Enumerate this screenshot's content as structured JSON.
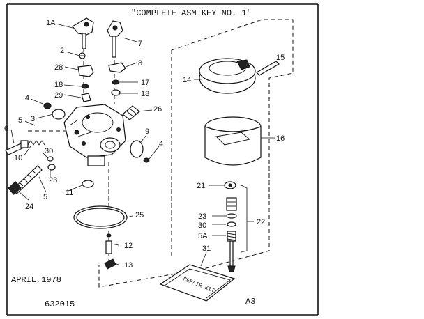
{
  "header": {
    "top_fragment": "",
    "assembly_title": "\"COMPLETE ASM KEY NO. 1\""
  },
  "footer": {
    "date": "APRIL,1978",
    "part_number": "632015",
    "sheet_code": "A3",
    "repair_kit_label": "REPAIR KIT"
  },
  "callouts": {
    "c1a": "1A",
    "c2": "2",
    "c28": "28",
    "c18a": "18",
    "c29": "29",
    "c4a": "4",
    "c5a": "5",
    "c3": "3",
    "c6": "6",
    "c10": "10",
    "c30a": "30",
    "c23a": "23",
    "c11": "11",
    "c24": "24",
    "c5b": "5",
    "c7": "7",
    "c8": "8",
    "c17": "17",
    "c18b": "18",
    "c26": "26",
    "c9": "9",
    "c4b": "4",
    "c25": "25",
    "c12": "12",
    "c13": "13",
    "c14": "14",
    "c15": "15",
    "c16": "16",
    "c21": "21",
    "c23b": "23",
    "c30b": "30",
    "c5A": "5A",
    "c22": "22",
    "c31": "31"
  }
}
